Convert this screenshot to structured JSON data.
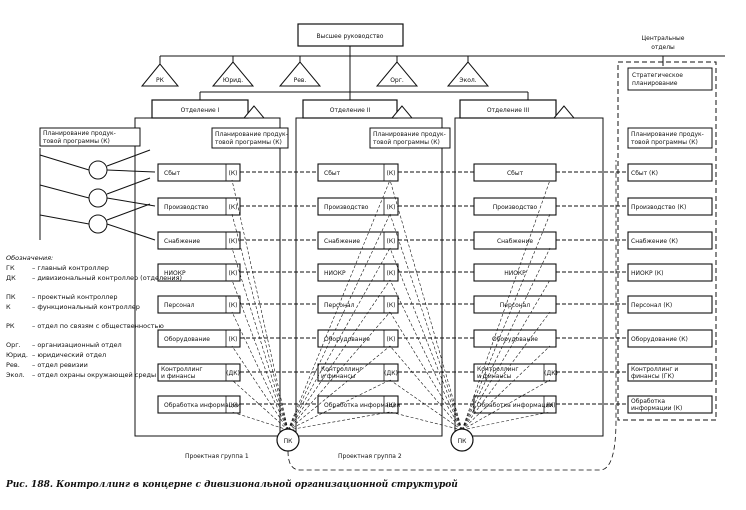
{
  "top": {
    "label": "Высшее руководство"
  },
  "staff_triangles": [
    "РК",
    "Юрид.",
    "Рев.",
    "Орг.",
    "Экол."
  ],
  "central": {
    "title_line1": "Центральные",
    "title_line2": "отделы",
    "strategic": "Стратегическое планирование"
  },
  "divisions": [
    {
      "name": "Отделение I"
    },
    {
      "name": "Отделение II"
    },
    {
      "name": "Отделение III"
    }
  ],
  "program_planning": {
    "left": "Планирование продуктовой программы (К)",
    "div1": "Планирование продуктовой программы (К)",
    "div2": "Планирование продуктовой программы (К)",
    "central": "Планирование продуктовой программы (К)"
  },
  "functions": {
    "div1": [
      "Сбыт",
      "Производство",
      "Снабжение",
      "НИОКР",
      "Персонал",
      "Оборудование",
      "Контроллинг и финансы",
      "Обработка информации"
    ],
    "div1_tags": [
      "(К)",
      "(К)",
      "(К)",
      "(К)",
      "(К)",
      "(К)",
      "(ДК)",
      "(К)"
    ],
    "div2": [
      "Сбыт",
      "Производство",
      "Снабжение",
      "НИОКР",
      "Персонал",
      "Оборудование",
      "Контроллинг и финансы",
      "Обработка информации"
    ],
    "div2_tags": [
      "(К)",
      "(К)",
      "(К)",
      "(К)",
      "(К)",
      "(К)",
      "(ДК)",
      "(К)"
    ],
    "div3": [
      "Сбыт",
      "Производство",
      "Снабжение",
      "НИОКР",
      "Персонал",
      "Оборудование",
      "Контроллинг и финансы",
      "Обработка информации"
    ],
    "div3_tags": [
      "",
      "",
      "",
      "",
      "",
      "",
      "(ДК)",
      "(К)"
    ],
    "central": [
      "Сбыт (К)",
      "Производство (К)",
      "Снабжение (К)",
      "НИОКР (К)",
      "Персонал (К)",
      "Оборудование (К)",
      "Контроллинг и финансы (ГК)",
      "Обработка информации (К)"
    ]
  },
  "pk_label": "ПК",
  "project_groups": [
    "Проектная группа 1",
    "Проектная группа 2"
  ],
  "legend": {
    "title": "Обозначения:",
    "items": [
      {
        "code": "ГК",
        "text": "главный контроллер"
      },
      {
        "code": "ДК",
        "text": "дивизиональный контроллер (отделения)"
      },
      {
        "code": "ПК",
        "text": "проектный контроллер"
      },
      {
        "code": "К",
        "text": "функциональный контроллер"
      },
      {
        "code": "РК",
        "text": "отдел по связям с общественностью"
      },
      {
        "code": "Орг.",
        "text": "организационный отдел"
      },
      {
        "code": "Юрид.",
        "text": "юридический отдел"
      },
      {
        "code": "Рев.",
        "text": "отдел ревизии"
      },
      {
        "code": "Экол.",
        "text": "отдел охраны окружающей среды"
      }
    ]
  },
  "caption": "Рис. 188. Контроллинг в концерне с дивизиональной организационной структурой"
}
